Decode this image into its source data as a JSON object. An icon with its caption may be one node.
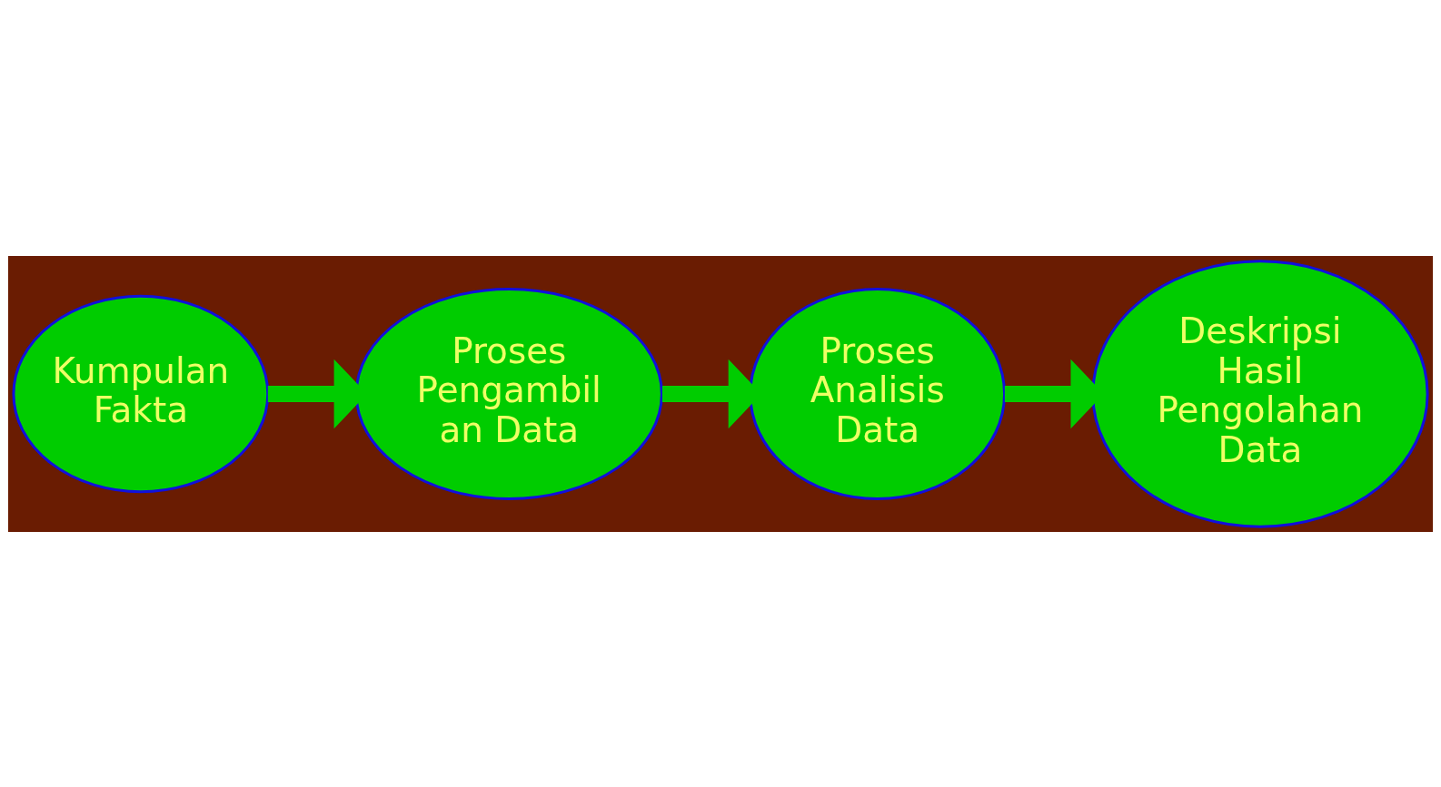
{
  "diagram": {
    "nodes": [
      {
        "text": [
          "Kumpulan Fakta"
        ]
      },
      {
        "text": [
          "Proses Pengambil an Data"
        ]
      },
      {
        "text": [
          "Proses Analisis Data"
        ]
      },
      {
        "text": [
          "Deskripsi Hasil Pengolahan Data"
        ]
      }
    ],
    "edges": [
      {
        "from": 0,
        "to": 1,
        "arrow": "to"
      },
      {
        "from": 1,
        "to": 2,
        "arrow": "to"
      },
      {
        "from": 2,
        "to": 3,
        "arrow": "to"
      }
    ]
  }
}
